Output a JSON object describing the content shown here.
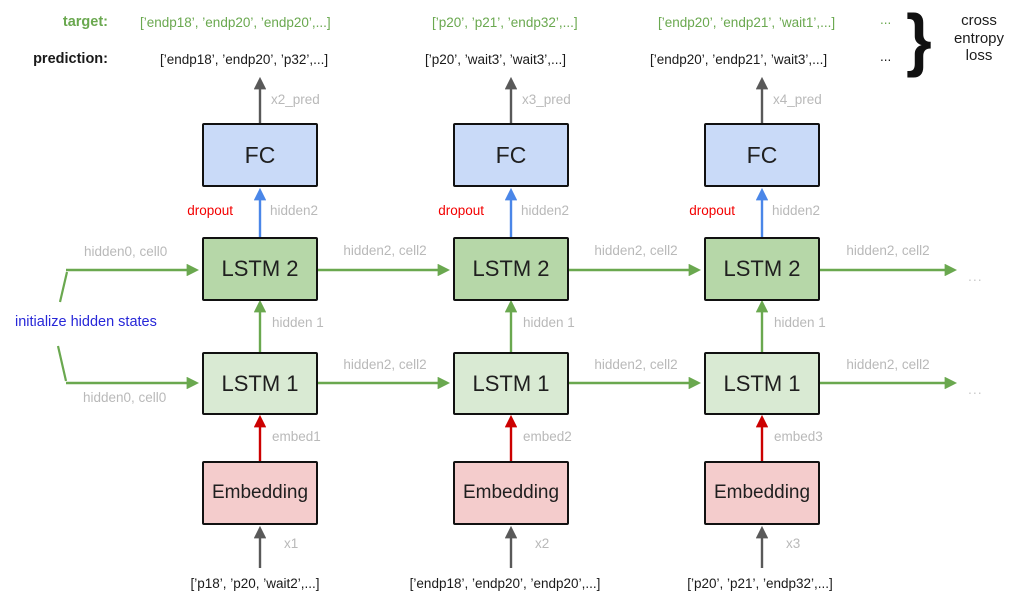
{
  "header": {
    "target_label": "target:",
    "prediction_label": "prediction:",
    "targets": [
      "[’endp18’, ’endp20’, ’endp20’,...]",
      "[’p20’, ’p21’, ’endp32’,...]",
      "[’endp20’, ’endp21’, ’wait1’,...]"
    ],
    "predictions": [
      "[’endp18’, ’endp20’, ’p32’,...]",
      "[’p20’, ’wait3’, ’wait3’,...]",
      "[’endp20’, ’endp21’, ’wait3’,...]"
    ],
    "target_ellipsis": "...",
    "prediction_ellipsis": "...",
    "loss_brace": "}",
    "loss_label": "cross\nentropy\nloss"
  },
  "left": {
    "init_label": "initialize hidden states",
    "hidden0_top": "hidden0, cell0",
    "hidden0_bottom": "hidden0, cell0"
  },
  "columns": [
    {
      "fc": "FC",
      "lstm2": "LSTM 2",
      "lstm1": "LSTM 1",
      "embedding": "Embedding",
      "pred_label": "x2_pred",
      "dropout_label": "dropout",
      "hidden2_label": "hidden2",
      "hidden1_label": "hidden 1",
      "embed_label": "embed1",
      "x_label": "x1",
      "input_list": "[’p18’, ’p20, ’wait2’,...]",
      "out_top": "hidden2, cell2",
      "out_bottom": "hidden2, cell2"
    },
    {
      "fc": "FC",
      "lstm2": "LSTM 2",
      "lstm1": "LSTM 1",
      "embedding": "Embedding",
      "pred_label": "x3_pred",
      "dropout_label": "dropout",
      "hidden2_label": "hidden2",
      "hidden1_label": "hidden 1",
      "embed_label": "embed2",
      "x_label": "x2",
      "input_list": "[’endp18’, ’endp20’, ’endp20’,...]",
      "out_top": "hidden2, cell2",
      "out_bottom": "hidden2, cell2"
    },
    {
      "fc": "FC",
      "lstm2": "LSTM 2",
      "lstm1": "LSTM 1",
      "embedding": "Embedding",
      "pred_label": "x4_pred",
      "dropout_label": "dropout",
      "hidden2_label": "hidden2",
      "hidden1_label": "hidden 1",
      "embed_label": "embed3",
      "x_label": "x3",
      "input_list": "[’p20’, ’p21’, ’endp32’,...]",
      "out_top": "hidden2, cell2",
      "out_bottom": "hidden2, cell2"
    }
  ],
  "right": {
    "dots_top": "...",
    "dots_bottom": "..."
  },
  "colors": {
    "target_green": "#6aa84f",
    "arrow_green": "#6aa84f",
    "arrow_red": "#cc0000",
    "arrow_blue": "#4a86e8",
    "arrow_gray": "#595959",
    "label_gray": "#b9b9b9",
    "dropout_red": "#f30000",
    "init_blue": "#2727d8",
    "fc_fill": "#c9daf8",
    "lstm2_fill": "#b6d7a8",
    "lstm1_fill": "#d9ead3",
    "embedding_fill": "#f4cccc"
  }
}
